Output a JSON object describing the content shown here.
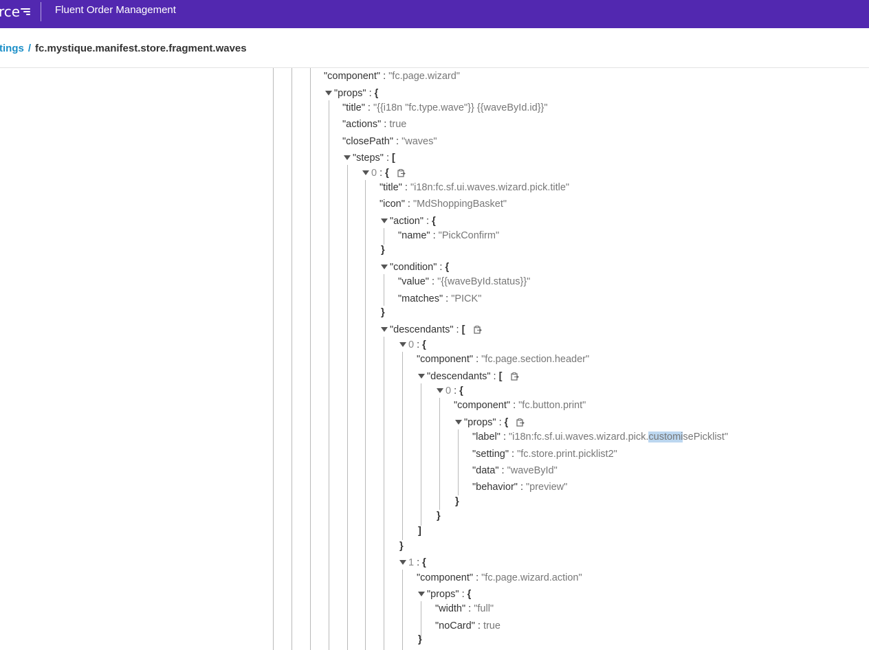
{
  "header": {
    "logo_text": "rce",
    "app_title": "Fluent Order Management",
    "brand_color": "#5228b0"
  },
  "breadcrumb": {
    "parent": "ttings",
    "separator": "/",
    "current": "fc.mystique.manifest.store.fragment.waves"
  },
  "json_tree": {
    "r_component": {
      "key": "\"component\"",
      "val": "\"fc.page.wizard\""
    },
    "r_props": {
      "key": "\"props\"",
      "open": "{"
    },
    "r_title": {
      "key": "\"title\"",
      "val": "\"{{i18n \"fc.type.wave\"}} {{waveById.id}}\""
    },
    "r_actions": {
      "key": "\"actions\"",
      "val": "true"
    },
    "r_closepath": {
      "key": "\"closePath\"",
      "val": "\"waves\""
    },
    "r_steps": {
      "key": "\"steps\"",
      "open": "["
    },
    "r_s0": {
      "key": "0",
      "open": "{"
    },
    "r_s0_title": {
      "key": "\"title\"",
      "val": "\"i18n:fc.sf.ui.waves.wizard.pick.title\""
    },
    "r_s0_icon": {
      "key": "\"icon\"",
      "val": "\"MdShoppingBasket\""
    },
    "r_action": {
      "key": "\"action\"",
      "open": "{"
    },
    "r_action_name": {
      "key": "\"name\"",
      "val": "\"PickConfirm\""
    },
    "r_action_close": "}",
    "r_condition": {
      "key": "\"condition\"",
      "open": "{"
    },
    "r_cond_value": {
      "key": "\"value\"",
      "val": "\"{{waveById.status}}\""
    },
    "r_cond_matches": {
      "key": "\"matches\"",
      "val": "\"PICK\""
    },
    "r_cond_close": "}",
    "r_desc": {
      "key": "\"descendants\"",
      "open": "["
    },
    "r_d0": {
      "key": "0",
      "open": "{"
    },
    "r_d0_component": {
      "key": "\"component\"",
      "val": "\"fc.page.section.header\""
    },
    "r_d0_desc": {
      "key": "\"descendants\"",
      "open": "["
    },
    "r_d0d0": {
      "key": "0",
      "open": "{"
    },
    "r_d0d0_component": {
      "key": "\"component\"",
      "val": "\"fc.button.print\""
    },
    "r_d0d0_props": {
      "key": "\"props\"",
      "open": "{"
    },
    "r_label": {
      "key": "\"label\"",
      "val_pre": "\"i18n:fc.sf.ui.waves.wizard.pick.",
      "val_hl": "customi",
      "val_post": "sePicklist\""
    },
    "r_setting": {
      "key": "\"setting\"",
      "val": "\"fc.store.print.picklist2\""
    },
    "r_data": {
      "key": "\"data\"",
      "val": "\"waveById\""
    },
    "r_behavior": {
      "key": "\"behavior\"",
      "val": "\"preview\""
    },
    "r_props_close": "}",
    "r_d0d0_close": "}",
    "r_d0_desc_close": "]",
    "r_d0_close": "}",
    "r_d1": {
      "key": "1",
      "open": "{"
    },
    "r_d1_component": {
      "key": "\"component\"",
      "val": "\"fc.page.wizard.action\""
    },
    "r_d1_props": {
      "key": "\"props\"",
      "open": "{"
    },
    "r_width": {
      "key": "\"width\"",
      "val": "\"full\""
    },
    "r_nocard": {
      "key": "\"noCard\"",
      "val": "true"
    },
    "r_d1_props_close": "}"
  },
  "icons": {
    "collapse": "triangle-down-icon",
    "copy": "clipboard-copy-icon"
  }
}
